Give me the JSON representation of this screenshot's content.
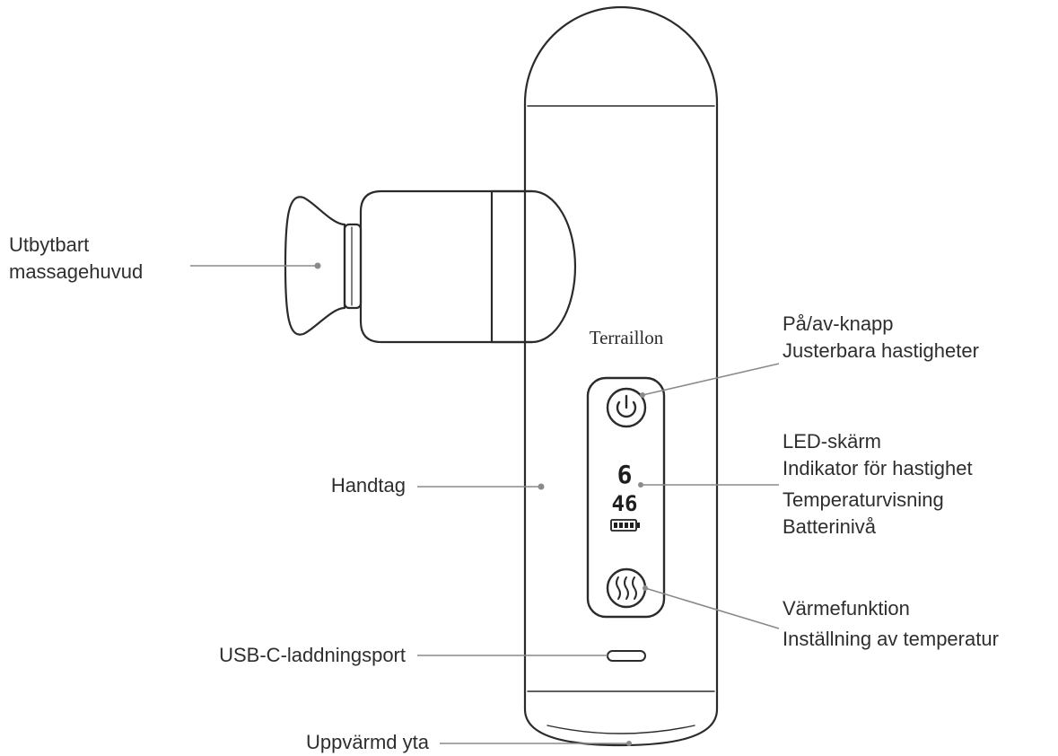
{
  "device": {
    "brand": "Terraillon",
    "display": {
      "speed_level": "6",
      "temperature": "46",
      "battery_level": 4
    }
  },
  "callouts": {
    "massage_head": {
      "line1": "Utbytbart",
      "line2": "massagehuvud"
    },
    "power_button": {
      "line1": "På/av-knapp",
      "line2": "Justerbara hastigheter"
    },
    "led_screen": {
      "line1": "LED-skärm",
      "line2": "Indikator för hastighet",
      "line3": "Temperaturvisning",
      "line4": "Batterinivå"
    },
    "handle": {
      "line1": "Handtag"
    },
    "heat_function": {
      "line1": "Värmefunktion",
      "line2": "Inställning av temperatur"
    },
    "usb_port": {
      "line1": "USB-C-laddningsport"
    },
    "heated_surface": {
      "line1": "Uppvärmd yta"
    }
  },
  "colors": {
    "outline": "#2b2b2b",
    "leader_line": "#8a8a8a",
    "text": "#2e2e2e"
  }
}
